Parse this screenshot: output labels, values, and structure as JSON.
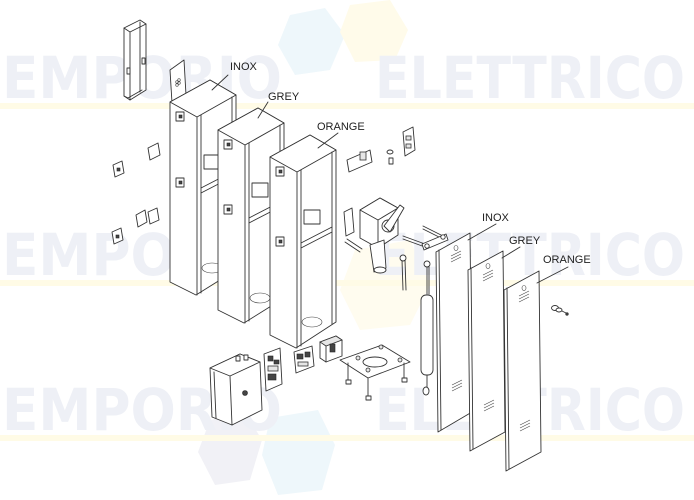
{
  "diagram": {
    "type": "exploded-parts-view",
    "background_color": "#ffffff",
    "line_color": "#333333"
  },
  "watermark": {
    "rows": [
      {
        "left": "EMPORIO",
        "right": "ELETTRICO"
      },
      {
        "left": "EMPORIO",
        "right": "ELETTRICO"
      },
      {
        "left": "EMPORIO",
        "right": "ELETTRICO"
      }
    ],
    "text_color": "#eef0f6",
    "hex_colors": [
      "#eef7fb",
      "#fffbea",
      "#f1f1f6"
    ],
    "stripe_color": "#fffbe6"
  },
  "labels": {
    "cabinets": {
      "inox": "INOX",
      "grey": "GREY",
      "orange": "ORANGE"
    },
    "panels": {
      "inox": "INOX",
      "grey": "GREY",
      "orange": "ORANGE"
    }
  },
  "parts": [
    {
      "id": "mounting-bracket",
      "label": ""
    },
    {
      "id": "cover-plate",
      "label": ""
    },
    {
      "id": "cabinet-inox",
      "label": "INOX"
    },
    {
      "id": "cabinet-grey",
      "label": "GREY"
    },
    {
      "id": "cabinet-orange",
      "label": "ORANGE"
    },
    {
      "id": "cable-glands",
      "label": ""
    },
    {
      "id": "limit-switch-bracket",
      "label": ""
    },
    {
      "id": "gear-motor",
      "label": ""
    },
    {
      "id": "release-lever",
      "label": ""
    },
    {
      "id": "spring-balancing-rods",
      "label": ""
    },
    {
      "id": "gas-spring",
      "label": ""
    },
    {
      "id": "door-panel-inox",
      "label": "INOX"
    },
    {
      "id": "door-panel-grey",
      "label": "GREY"
    },
    {
      "id": "door-panel-orange",
      "label": "ORANGE"
    },
    {
      "id": "lock-cylinder",
      "label": ""
    },
    {
      "id": "control-box",
      "label": ""
    },
    {
      "id": "control-board",
      "label": ""
    },
    {
      "id": "receiver-board",
      "label": ""
    },
    {
      "id": "transformer",
      "label": ""
    },
    {
      "id": "foundation-plate",
      "label": ""
    }
  ]
}
